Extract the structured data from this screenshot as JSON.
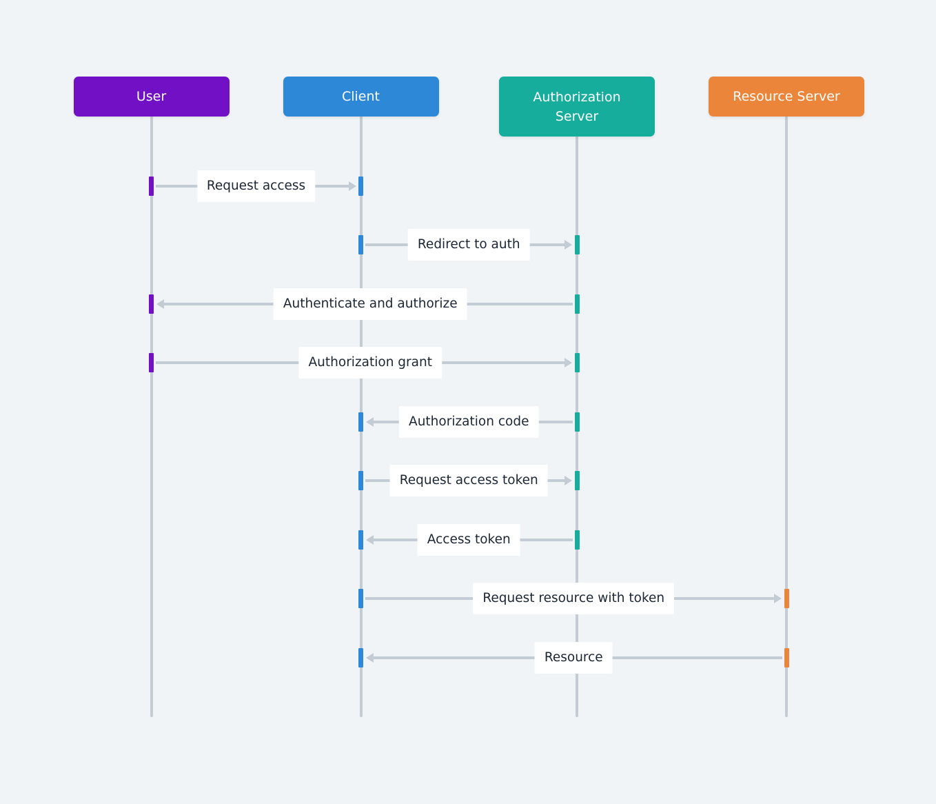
{
  "actors": [
    {
      "id": "user",
      "lines": [
        "User"
      ],
      "color": "#7210c5"
    },
    {
      "id": "client",
      "lines": [
        "Client"
      ],
      "color": "#2e88d8"
    },
    {
      "id": "auth-server",
      "lines": [
        "Authorization",
        "Server"
      ],
      "color": "#17ad9c"
    },
    {
      "id": "resource-server",
      "lines": [
        "Resource Server"
      ],
      "color": "#ea853a"
    }
  ],
  "messages": [
    {
      "label": "Request access",
      "from": "user",
      "to": "client"
    },
    {
      "label": "Redirect to auth",
      "from": "client",
      "to": "auth-server"
    },
    {
      "label": "Authenticate and authorize",
      "from": "auth-server",
      "to": "user"
    },
    {
      "label": "Authorization grant",
      "from": "user",
      "to": "auth-server"
    },
    {
      "label": "Authorization code",
      "from": "auth-server",
      "to": "client"
    },
    {
      "label": "Request access token",
      "from": "client",
      "to": "auth-server"
    },
    {
      "label": "Access token",
      "from": "auth-server",
      "to": "client"
    },
    {
      "label": "Request resource with token",
      "from": "client",
      "to": "resource-server"
    },
    {
      "label": "Resource",
      "from": "resource-server",
      "to": "client"
    }
  ],
  "colors": {
    "background": "#f0f4f7",
    "lifeline": "#c3cbd4",
    "label_text": "#1b2533"
  }
}
